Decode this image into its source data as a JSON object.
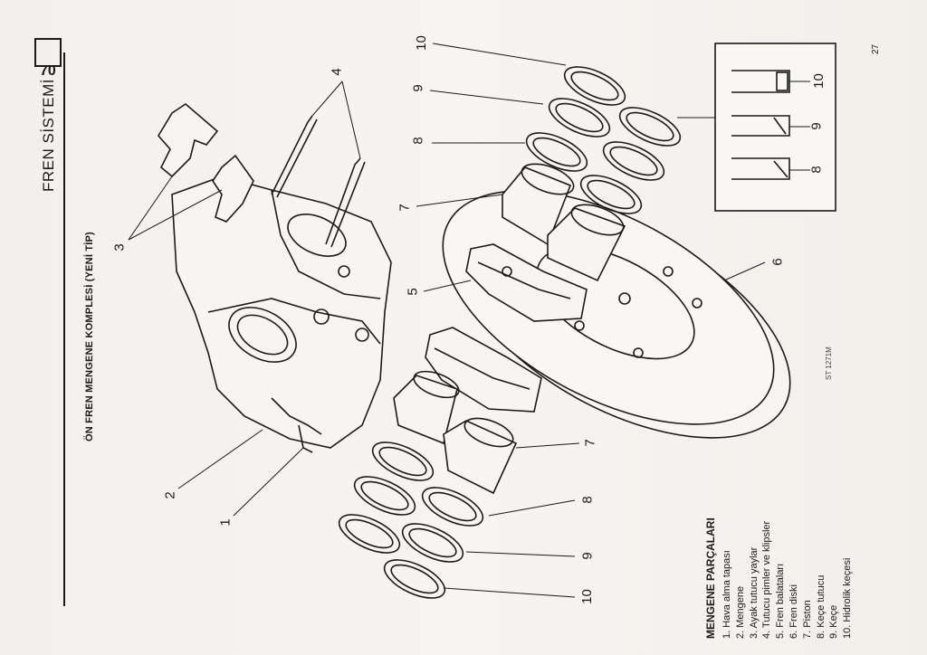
{
  "header": {
    "section_title": "FREN SİSTEMİ",
    "page_number": "70",
    "subtitle": "ÖN FREN MENGENE KOMPLESİ (YENİ TİP)",
    "folio": "27"
  },
  "drawing": {
    "code": "ST 1271M",
    "callouts": {
      "c1": "1",
      "c2": "2",
      "c3": "3",
      "c4": "4",
      "c5": "5",
      "c6": "6",
      "c7a": "7",
      "c7b": "7",
      "c8a": "8",
      "c8b": "8",
      "c9a": "9",
      "c9b": "9",
      "c10a": "10",
      "c10b": "10",
      "inset8": "8",
      "inset9": "9",
      "inset10": "10"
    }
  },
  "parts_list": {
    "heading": "MENGENE PARÇALARI",
    "items": [
      "1. Hava alma tapası",
      "2. Mengene",
      "3. Ayak tutucu yaylar",
      "4. Tutucu pimler ve klipsler",
      "5. Fren balataları",
      "6. Fren diski",
      "7. Piston",
      "8. Keçe tutucu",
      "9. Keçe",
      "10. Hidrolik keçesi"
    ]
  }
}
